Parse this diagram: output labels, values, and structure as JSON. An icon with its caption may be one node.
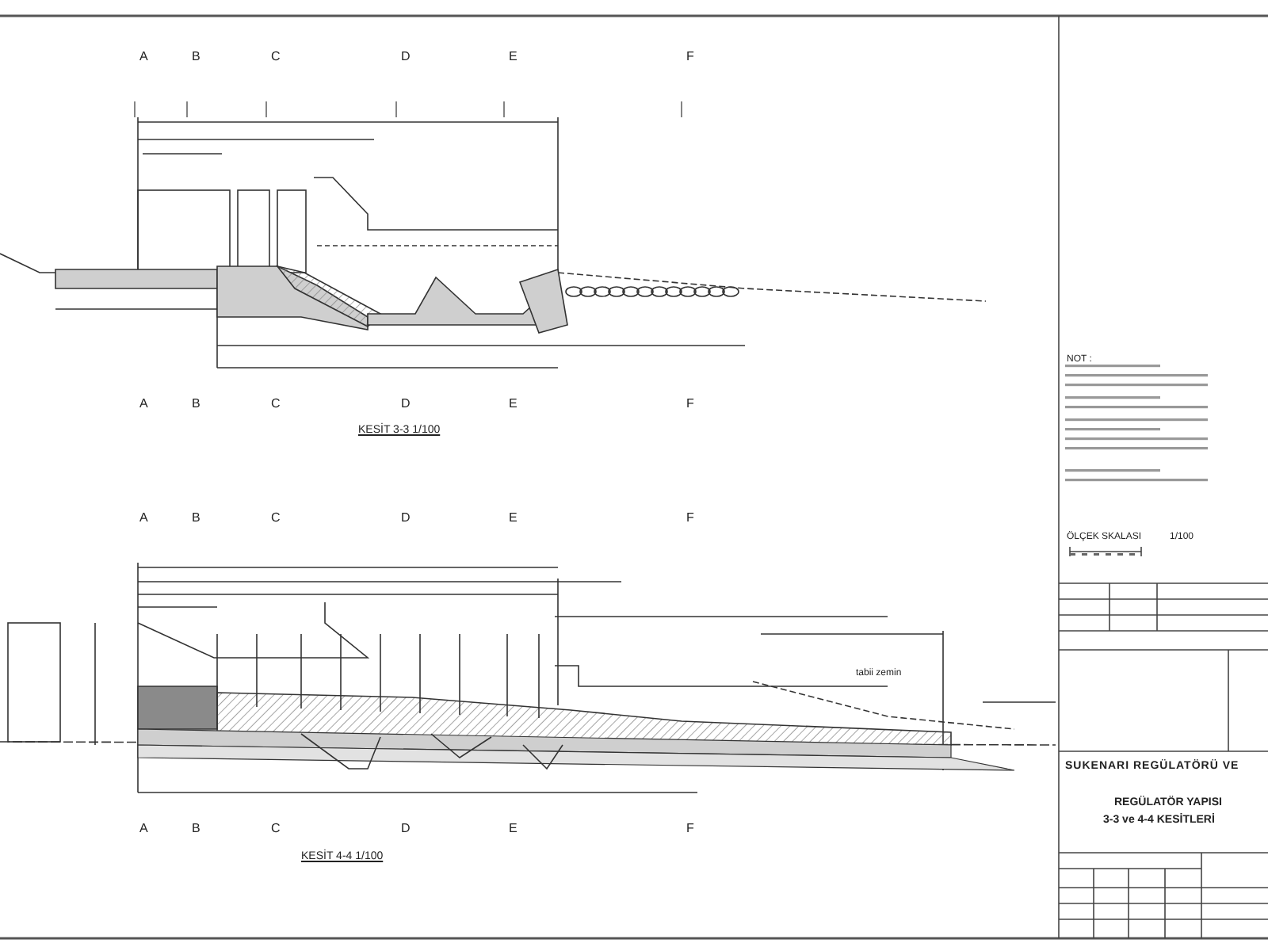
{
  "diagram": {
    "labels": [
      "A",
      "B",
      "C",
      "D",
      "E",
      "F",
      "A",
      "B",
      "C",
      "D",
      "E",
      "F",
      "KESİT 3-3 1/100",
      "A",
      "B",
      "C",
      "D",
      "E",
      "F",
      "tabii zemin",
      "A",
      "B",
      "C",
      "D",
      "E",
      "F",
      "KESİT 4-4 1/100",
      "NOT :",
      "ÖLÇEK SKALASI",
      "1/100",
      "SUKENARI REGÜLATÖRÜ VE",
      "REGÜLATÖR YAPISI",
      "3-3 ve 4-4 KESİTLERİ"
    ]
  }
}
